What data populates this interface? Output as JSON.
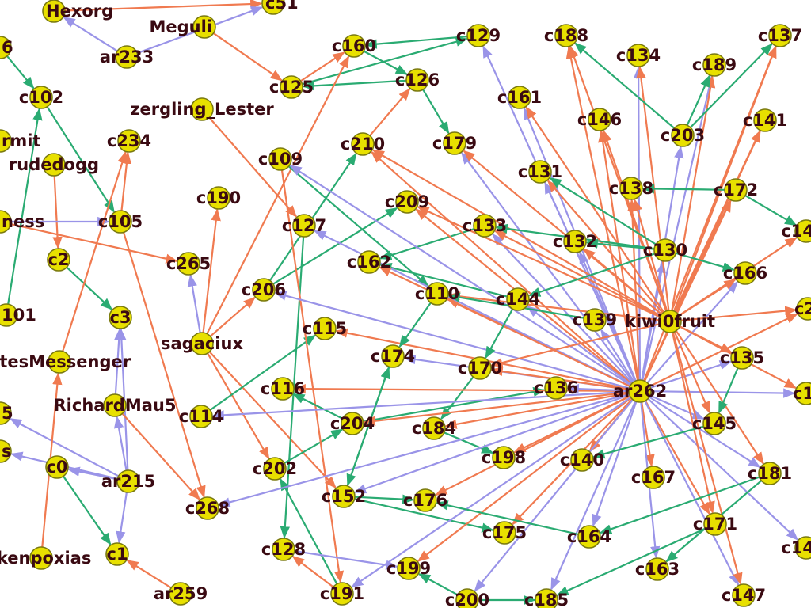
{
  "colors": {
    "purple": "#9a94e8",
    "orange": "#f07a50",
    "green": "#2aab72",
    "node_fill": "#e8e000",
    "node_stroke": "#7a7a10",
    "label": "#3a0a12"
  },
  "nodes": [
    {
      "id": "Hexorg",
      "label": "Hexorg"
    },
    {
      "id": "c51",
      "label": "c51"
    },
    {
      "id": "Meguli",
      "label": "Meguli"
    },
    {
      "id": "ar233",
      "label": "ar233"
    },
    {
      "id": "n6",
      "label": "6"
    },
    {
      "id": "c102",
      "label": "c102"
    },
    {
      "id": "zergling_Lester",
      "label": "zergling_Lester"
    },
    {
      "id": "ermit",
      "label": "rmit"
    },
    {
      "id": "c234",
      "label": "c234"
    },
    {
      "id": "rudedogg",
      "label": "rudedogg"
    },
    {
      "id": "ness",
      "label": "ness"
    },
    {
      "id": "c105",
      "label": "c105"
    },
    {
      "id": "c2",
      "label": "c2"
    },
    {
      "id": "c265",
      "label": "c265"
    },
    {
      "id": "c3",
      "label": "c3"
    },
    {
      "id": "c101",
      "label": "101"
    },
    {
      "id": "otesMessenger",
      "label": "otesMessenger"
    },
    {
      "id": "RichardMau5",
      "label": "RichardMau5"
    },
    {
      "id": "n5",
      "label": "5"
    },
    {
      "id": "ns",
      "label": "s"
    },
    {
      "id": "c0",
      "label": "c0"
    },
    {
      "id": "ar215",
      "label": "ar215"
    },
    {
      "id": "c268",
      "label": "c268"
    },
    {
      "id": "ikenpoxias",
      "label": "ikenpoxias"
    },
    {
      "id": "c1",
      "label": "c1"
    },
    {
      "id": "ar259",
      "label": "ar259"
    },
    {
      "id": "c160",
      "label": "c160"
    },
    {
      "id": "c125",
      "label": "c125"
    },
    {
      "id": "c129",
      "label": "c129"
    },
    {
      "id": "c126",
      "label": "c126"
    },
    {
      "id": "c188",
      "label": "c188"
    },
    {
      "id": "c134",
      "label": "c134"
    },
    {
      "id": "c137",
      "label": "c137"
    },
    {
      "id": "c189",
      "label": "c189"
    },
    {
      "id": "c161",
      "label": "c161"
    },
    {
      "id": "c146",
      "label": "c146"
    },
    {
      "id": "c203",
      "label": "c203"
    },
    {
      "id": "c141",
      "label": "c141"
    },
    {
      "id": "c109",
      "label": "c109"
    },
    {
      "id": "c210",
      "label": "c210"
    },
    {
      "id": "c179",
      "label": "c179"
    },
    {
      "id": "c131",
      "label": "c131"
    },
    {
      "id": "c138",
      "label": "c138"
    },
    {
      "id": "c172",
      "label": "c172"
    },
    {
      "id": "c190",
      "label": "c190"
    },
    {
      "id": "c127",
      "label": "c127"
    },
    {
      "id": "c209",
      "label": "c209"
    },
    {
      "id": "c133",
      "label": "c133"
    },
    {
      "id": "c132",
      "label": "c132"
    },
    {
      "id": "c130",
      "label": "c130"
    },
    {
      "id": "c14r",
      "label": "c14"
    },
    {
      "id": "c162",
      "label": "c162"
    },
    {
      "id": "c166",
      "label": "c166"
    },
    {
      "id": "c206",
      "label": "c206"
    },
    {
      "id": "c110",
      "label": "c110"
    },
    {
      "id": "c144",
      "label": "c144"
    },
    {
      "id": "c139",
      "label": "c139"
    },
    {
      "id": "kiwi0fruit",
      "label": "kiwi0fruit"
    },
    {
      "id": "c2r",
      "label": "c2"
    },
    {
      "id": "sagaciux",
      "label": "sagaciux"
    },
    {
      "id": "c115",
      "label": "c115"
    },
    {
      "id": "c174",
      "label": "c174"
    },
    {
      "id": "c170",
      "label": "c170"
    },
    {
      "id": "c135",
      "label": "c135"
    },
    {
      "id": "c136",
      "label": "c136"
    },
    {
      "id": "ar262",
      "label": "ar262"
    },
    {
      "id": "c1r",
      "label": "c1"
    },
    {
      "id": "c116",
      "label": "c116"
    },
    {
      "id": "c114",
      "label": "c114"
    },
    {
      "id": "c204",
      "label": "c204"
    },
    {
      "id": "c184",
      "label": "c184"
    },
    {
      "id": "c145",
      "label": "c145"
    },
    {
      "id": "c198",
      "label": "c198"
    },
    {
      "id": "c140",
      "label": "c140"
    },
    {
      "id": "c202",
      "label": "c202"
    },
    {
      "id": "c167",
      "label": "c167"
    },
    {
      "id": "c181",
      "label": "c181"
    },
    {
      "id": "c152",
      "label": "c152"
    },
    {
      "id": "c176",
      "label": "c176"
    },
    {
      "id": "c175",
      "label": "c175"
    },
    {
      "id": "c164",
      "label": "c164"
    },
    {
      "id": "c171",
      "label": "c171"
    },
    {
      "id": "c14b",
      "label": "c14"
    },
    {
      "id": "c128",
      "label": "c128"
    },
    {
      "id": "c199",
      "label": "c199"
    },
    {
      "id": "c163",
      "label": "c163"
    },
    {
      "id": "c191",
      "label": "c191"
    },
    {
      "id": "c200",
      "label": "c200"
    },
    {
      "id": "c185",
      "label": "c185"
    },
    {
      "id": "c147",
      "label": "c147"
    }
  ],
  "edges": [
    [
      "Hexorg",
      "c51",
      "o"
    ],
    [
      "ar233",
      "c51",
      "p"
    ],
    [
      "ar233",
      "Hexorg",
      "p"
    ],
    [
      "Meguli",
      "c125",
      "o"
    ],
    [
      "ar233",
      "ar233",
      "p"
    ],
    [
      "c102",
      "c105",
      "g"
    ],
    [
      "n6",
      "c102",
      "g"
    ],
    [
      "zergling_Lester",
      "c127",
      "o"
    ],
    [
      "rudedogg",
      "c2",
      "o"
    ],
    [
      "c105",
      "c234",
      "o"
    ],
    [
      "ness",
      "c105",
      "p"
    ],
    [
      "c2",
      "c3",
      "g"
    ],
    [
      "ness",
      "c265",
      "o"
    ],
    [
      "RichardMau5",
      "c3",
      "p"
    ],
    [
      "otesMessenger",
      "c234",
      "o"
    ],
    [
      "ar215",
      "c3",
      "p"
    ],
    [
      "ar215",
      "c1",
      "p"
    ],
    [
      "ar215",
      "c0",
      "p"
    ],
    [
      "ar215",
      "RichardMau5",
      "p"
    ],
    [
      "ar215",
      "n5",
      "p"
    ],
    [
      "ar215",
      "ns",
      "p"
    ],
    [
      "c0",
      "c1",
      "g"
    ],
    [
      "ikenpoxias",
      "otesMessenger",
      "o"
    ],
    [
      "RichardMau5",
      "c268",
      "o"
    ],
    [
      "ar259",
      "c1",
      "o"
    ],
    [
      "c101",
      "c102",
      "g"
    ],
    [
      "c105",
      "c268",
      "o"
    ],
    [
      "c125",
      "c160",
      "o"
    ],
    [
      "c126",
      "c125",
      "g"
    ],
    [
      "c129",
      "c160",
      "g"
    ],
    [
      "c160",
      "c126",
      "g"
    ],
    [
      "c126",
      "c179",
      "g"
    ],
    [
      "c125",
      "c129",
      "g"
    ],
    [
      "sagaciux",
      "c160",
      "o"
    ],
    [
      "sagaciux",
      "c190",
      "o"
    ],
    [
      "sagaciux",
      "c206",
      "o"
    ],
    [
      "sagaciux",
      "c202",
      "o"
    ],
    [
      "sagaciux",
      "c152",
      "o"
    ],
    [
      "sagaciux",
      "c265",
      "p"
    ],
    [
      "c206",
      "c210",
      "g"
    ],
    [
      "c206",
      "c209",
      "g"
    ],
    [
      "c114",
      "c115",
      "g"
    ],
    [
      "c202",
      "c204",
      "g"
    ],
    [
      "c127",
      "c128",
      "g"
    ],
    [
      "c109",
      "c191",
      "o"
    ],
    [
      "c109",
      "c110",
      "g"
    ],
    [
      "c152",
      "c174",
      "g"
    ],
    [
      "c152",
      "c176",
      "g"
    ],
    [
      "c152",
      "c175",
      "g"
    ],
    [
      "c191",
      "c202",
      "g"
    ],
    [
      "c191",
      "c128",
      "o"
    ],
    [
      "c204",
      "c136",
      "g"
    ],
    [
      "c144",
      "c162",
      "g"
    ],
    [
      "c133",
      "c162",
      "g"
    ],
    [
      "c170",
      "c184",
      "g"
    ],
    [
      "c184",
      "c198",
      "g"
    ],
    [
      "c200",
      "c199",
      "g"
    ],
    [
      "c128",
      "c199",
      "p"
    ],
    [
      "c204",
      "c116",
      "g"
    ],
    [
      "c210",
      "c126",
      "o"
    ],
    [
      "c200",
      "c185",
      "g"
    ],
    [
      "ar262",
      "c131",
      "p"
    ],
    [
      "ar262",
      "c161",
      "p"
    ],
    [
      "ar262",
      "c129",
      "p"
    ],
    [
      "ar262",
      "c179",
      "p"
    ],
    [
      "ar262",
      "c210",
      "o"
    ],
    [
      "ar262",
      "c209",
      "o"
    ],
    [
      "ar262",
      "c133",
      "p"
    ],
    [
      "ar262",
      "c110",
      "o"
    ],
    [
      "ar262",
      "c144",
      "p"
    ],
    [
      "ar262",
      "c139",
      "p"
    ],
    [
      "ar262",
      "c115",
      "o"
    ],
    [
      "ar262",
      "c116",
      "o"
    ],
    [
      "ar262",
      "c114",
      "p"
    ],
    [
      "ar262",
      "c174",
      "p"
    ],
    [
      "ar262",
      "c170",
      "o"
    ],
    [
      "ar262",
      "c206",
      "p"
    ],
    [
      "ar262",
      "c268",
      "p"
    ],
    [
      "ar262",
      "c152",
      "p"
    ],
    [
      "ar262",
      "c176",
      "o"
    ],
    [
      "ar262",
      "c175",
      "o"
    ],
    [
      "ar262",
      "c198",
      "o"
    ],
    [
      "ar262",
      "c184",
      "o"
    ],
    [
      "ar262",
      "c140",
      "o"
    ],
    [
      "ar262",
      "c164",
      "p"
    ],
    [
      "ar262",
      "c167",
      "o"
    ],
    [
      "ar262",
      "c163",
      "p"
    ],
    [
      "ar262",
      "c145",
      "p"
    ],
    [
      "ar262",
      "c181",
      "p"
    ],
    [
      "ar262",
      "c171",
      "o"
    ],
    [
      "ar262",
      "c14b",
      "p"
    ],
    [
      "ar262",
      "c1r",
      "p"
    ],
    [
      "ar262",
      "c135",
      "p"
    ],
    [
      "ar262",
      "c2r",
      "o"
    ],
    [
      "ar262",
      "c166",
      "p"
    ],
    [
      "ar262",
      "c172",
      "o"
    ],
    [
      "ar262",
      "c141",
      "o"
    ],
    [
      "ar262",
      "c137",
      "o"
    ],
    [
      "ar262",
      "c189",
      "p"
    ],
    [
      "ar262",
      "c203",
      "p"
    ],
    [
      "ar262",
      "c146",
      "o"
    ],
    [
      "ar262",
      "c138",
      "o"
    ],
    [
      "ar262",
      "c188",
      "o"
    ],
    [
      "ar262",
      "c134",
      "p"
    ],
    [
      "ar262",
      "c132",
      "p"
    ],
    [
      "ar262",
      "c130",
      "p"
    ],
    [
      "ar262",
      "c199",
      "o"
    ],
    [
      "ar262",
      "c200",
      "p"
    ],
    [
      "ar262",
      "c185",
      "p"
    ],
    [
      "ar262",
      "c147",
      "p"
    ],
    [
      "ar262",
      "c191",
      "p"
    ],
    [
      "ar262",
      "c204",
      "o"
    ],
    [
      "ar262",
      "c127",
      "p"
    ],
    [
      "ar262",
      "c109",
      "p"
    ],
    [
      "ar262",
      "c162",
      "o"
    ],
    [
      "ar262",
      "c136",
      "p"
    ],
    [
      "kiwi0fruit",
      "c188",
      "o"
    ],
    [
      "kiwi0fruit",
      "c134",
      "o"
    ],
    [
      "kiwi0fruit",
      "c137",
      "o"
    ],
    [
      "kiwi0fruit",
      "c189",
      "o"
    ],
    [
      "kiwi0fruit",
      "c161",
      "o"
    ],
    [
      "kiwi0fruit",
      "c146",
      "o"
    ],
    [
      "kiwi0fruit",
      "c141",
      "o"
    ],
    [
      "kiwi0fruit",
      "c131",
      "o"
    ],
    [
      "kiwi0fruit",
      "c138",
      "o"
    ],
    [
      "kiwi0fruit",
      "c172",
      "o"
    ],
    [
      "kiwi0fruit",
      "c133",
      "o"
    ],
    [
      "kiwi0fruit",
      "c132",
      "o"
    ],
    [
      "kiwi0fruit",
      "c166",
      "o"
    ],
    [
      "kiwi0fruit",
      "c2r",
      "o"
    ],
    [
      "kiwi0fruit",
      "c14r",
      "o"
    ],
    [
      "kiwi0fruit",
      "c135",
      "o"
    ],
    [
      "kiwi0fruit",
      "c1r",
      "o"
    ],
    [
      "kiwi0fruit",
      "c181",
      "o"
    ],
    [
      "kiwi0fruit",
      "c145",
      "o"
    ],
    [
      "kiwi0fruit",
      "c171",
      "o"
    ],
    [
      "kiwi0fruit",
      "c147",
      "o"
    ],
    [
      "kiwi0fruit",
      "c209",
      "o"
    ],
    [
      "kiwi0fruit",
      "c110",
      "o"
    ],
    [
      "kiwi0fruit",
      "c170",
      "o"
    ],
    [
      "kiwi0fruit",
      "c179",
      "o"
    ],
    [
      "kiwi0fruit",
      "c210",
      "o"
    ],
    [
      "c130",
      "c132",
      "g"
    ],
    [
      "c130",
      "c131",
      "g"
    ],
    [
      "c130",
      "c166",
      "g"
    ],
    [
      "c130",
      "c144",
      "g"
    ],
    [
      "c130",
      "c133",
      "g"
    ],
    [
      "c172",
      "c14r",
      "g"
    ],
    [
      "c203",
      "c188",
      "g"
    ],
    [
      "c203",
      "c137",
      "g"
    ],
    [
      "c203",
      "c189",
      "g"
    ],
    [
      "c172",
      "c138",
      "g"
    ],
    [
      "c181",
      "c163",
      "g"
    ],
    [
      "c181",
      "c164",
      "g"
    ],
    [
      "c135",
      "c145",
      "g"
    ],
    [
      "c171",
      "c185",
      "g"
    ],
    [
      "c164",
      "c176",
      "g"
    ],
    [
      "c145",
      "c140",
      "g"
    ],
    [
      "c139",
      "c110",
      "g"
    ],
    [
      "c110",
      "c174",
      "g"
    ],
    [
      "c174",
      "c152",
      "g"
    ],
    [
      "c144",
      "c170",
      "g"
    ]
  ]
}
